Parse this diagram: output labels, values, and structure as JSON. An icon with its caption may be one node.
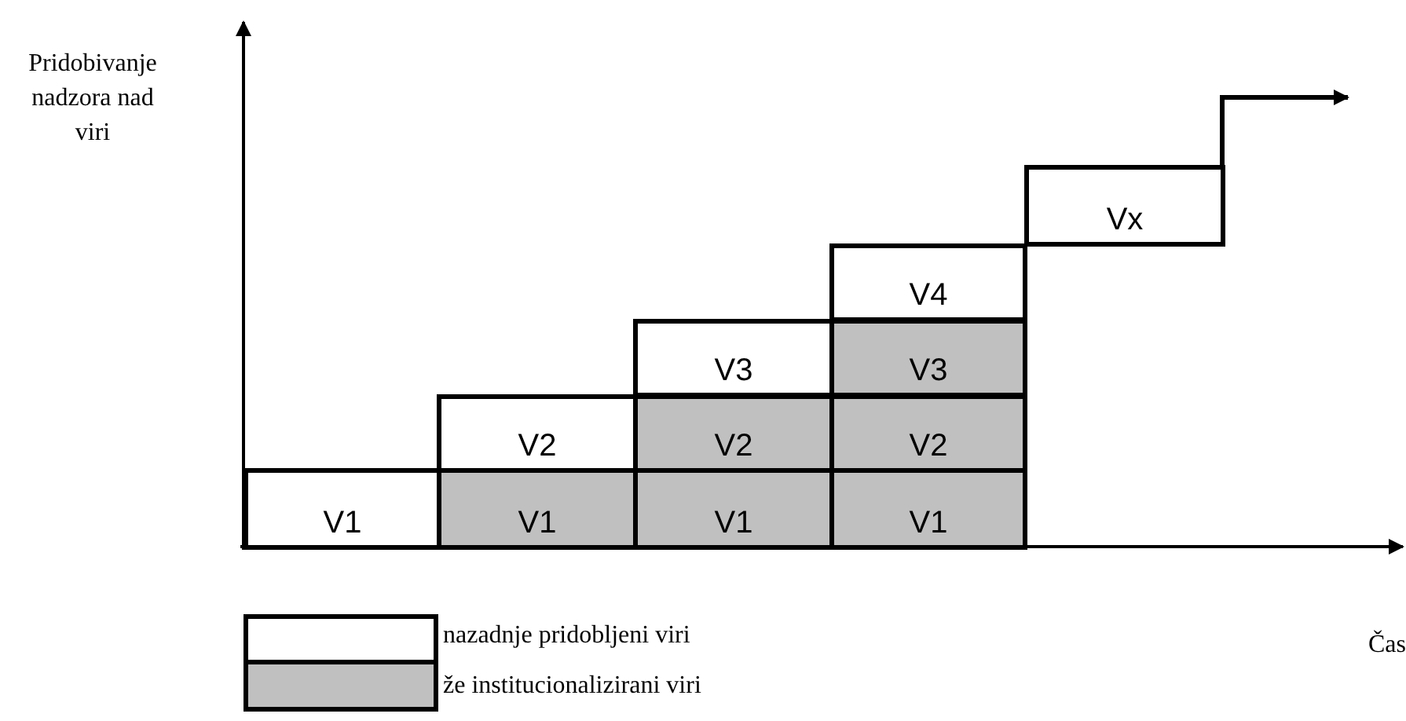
{
  "diagram": {
    "nodes": [
      {
        "text": [
          "Vx"
        ]
      },
      {
        "text": [
          "V4"
        ]
      },
      {
        "text": [
          "V3"
        ]
      },
      {
        "text": [
          "V3"
        ]
      },
      {
        "text": [
          "V2"
        ]
      },
      {
        "text": [
          "V2"
        ]
      },
      {
        "text": [
          "V2"
        ]
      },
      {
        "text": [
          "V1"
        ]
      },
      {
        "text": [
          "V1"
        ]
      },
      {
        "text": [
          "V1"
        ]
      },
      {
        "text": [
          "V1"
        ]
      }
    ],
    "edges": [],
    "labels": [
      "Pridobivanje nadzora nad viri",
      "Čas"
    ],
    "legend": [
      {
        "text": "nazadnje pridobljeni viri",
        "color": "#ffffff"
      },
      {
        "text": "že institucionalizirani viri",
        "color": "#c0c0c0"
      }
    ]
  }
}
